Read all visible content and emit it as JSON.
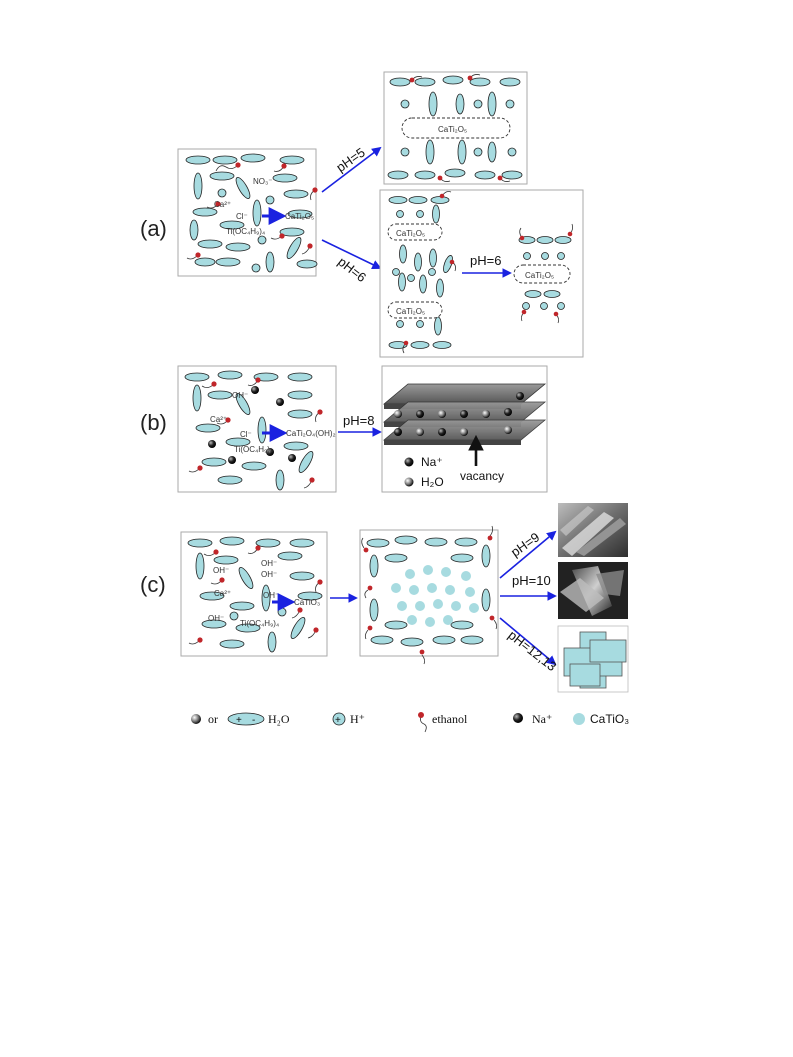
{
  "panel_a": {
    "label": "(a)",
    "species": {
      "nitrate": "NO₃⁻",
      "calcium": "Ca²⁺",
      "chloride": "Cl⁻",
      "precursor": "Ti(OC₄H₉)₄",
      "product": "CaTi₂O₅"
    },
    "ph_top": "pH=5",
    "ph_bottom": "pH=6",
    "ph_right": "pH=6",
    "top_product": "CaTi₂O₅",
    "mid_product": "CaTi₂O₅",
    "right_product": "CaTi₂O₅"
  },
  "panel_b": {
    "label": "(b)",
    "species": {
      "hydroxide": "OH⁻",
      "calcium": "Ca²⁺",
      "chloride": "Cl⁻",
      "precursor": "Ti(OC₄H₉)₄",
      "product": "CaTi₂O₄(OH)₂"
    },
    "ph": "pH=8",
    "sodium": "Na⁺",
    "water": "H₂O",
    "vacancy": "vacancy"
  },
  "panel_c": {
    "label": "(c)",
    "species": {
      "hydroxide": "OH⁻",
      "calcium": "Ca²⁺",
      "precursor": "Ti(OC₄H₉)₄",
      "product": "CaTiO₃"
    },
    "ph_1": "pH=9",
    "ph_2": "pH=10",
    "ph_3": "pH=12,13"
  },
  "legend": {
    "or": "or",
    "water": "H₂O",
    "proton": "H⁺",
    "ethanol": "ethanol",
    "sodium": "Na⁺",
    "catio3": "CaTiO₃"
  },
  "colors": {
    "arrow": "#1a22e0",
    "molecule": "#a7dbe0",
    "ethanol_head": "#c0262a"
  }
}
